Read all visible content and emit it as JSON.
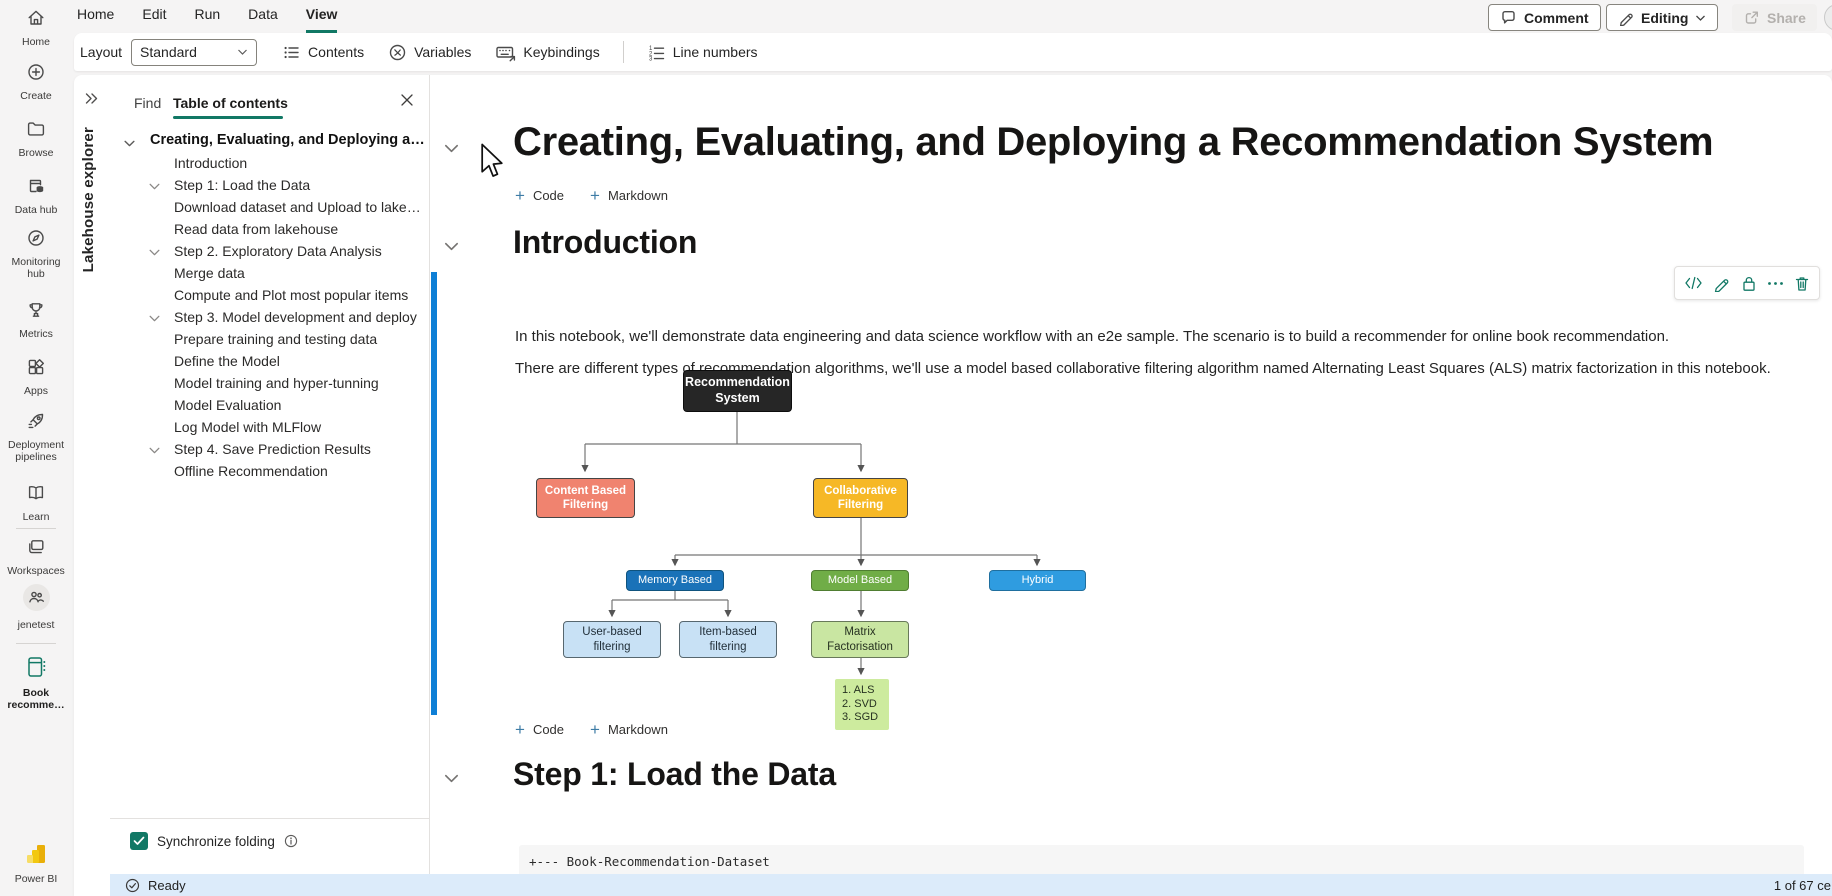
{
  "header": {
    "menu": [
      "Home",
      "Edit",
      "Run",
      "Data",
      "View"
    ],
    "active_menu": "View",
    "comment": "Comment",
    "editing": "Editing",
    "share": "Share"
  },
  "toolbar": {
    "layout_label": "Layout",
    "layout_value": "Standard",
    "contents": "Contents",
    "variables": "Variables",
    "keybindings": "Keybindings",
    "line_numbers": "Line numbers"
  },
  "rail": {
    "items": [
      {
        "label": "Home"
      },
      {
        "label": "Create"
      },
      {
        "label": "Browse"
      },
      {
        "label": "Data hub"
      },
      {
        "label": "Monitoring hub"
      },
      {
        "label": "Metrics"
      },
      {
        "label": "Apps"
      },
      {
        "label": "Deployment pipelines"
      },
      {
        "label": "Learn"
      },
      {
        "label": "Workspaces"
      },
      {
        "label": "jenetest"
      },
      {
        "label": "Book recomme…"
      },
      {
        "label": "Power BI"
      }
    ]
  },
  "explorer": {
    "title": "Lakehouse explorer"
  },
  "toc": {
    "find_tab": "Find",
    "toc_tab": "Table of contents",
    "sync_label": "Synchronize folding",
    "items": [
      {
        "label": "Creating, Evaluating, and Deploying a Recommendation System",
        "level": 0,
        "chevron": true
      },
      {
        "label": "Introduction",
        "level": 1,
        "chevron": false
      },
      {
        "label": "Step 1: Load the Data",
        "level": 1,
        "chevron": true
      },
      {
        "label": "Download dataset and Upload to lakehouse",
        "level": 1,
        "chevron": false
      },
      {
        "label": "Read data from lakehouse",
        "level": 1,
        "chevron": false
      },
      {
        "label": "Step 2. Exploratory Data Analysis",
        "level": 1,
        "chevron": true
      },
      {
        "label": "Merge data",
        "level": 1,
        "chevron": false
      },
      {
        "label": "Compute and Plot most popular items",
        "level": 1,
        "chevron": false
      },
      {
        "label": "Step 3. Model development and deploy",
        "level": 1,
        "chevron": true
      },
      {
        "label": "Prepare training and testing data",
        "level": 1,
        "chevron": false
      },
      {
        "label": "Define the Model",
        "level": 1,
        "chevron": false
      },
      {
        "label": "Model training and hyper-tunning",
        "level": 1,
        "chevron": false
      },
      {
        "label": "Model Evaluation",
        "level": 1,
        "chevron": false
      },
      {
        "label": "Log Model with MLFlow",
        "level": 1,
        "chevron": false
      },
      {
        "label": "Step 4. Save Prediction Results",
        "level": 1,
        "chevron": true
      },
      {
        "label": "Offline Recommendation",
        "level": 1,
        "chevron": false
      }
    ]
  },
  "notebook": {
    "title": "Creating, Evaluating, and Deploying a Recommendation System",
    "add_code": "Code",
    "add_markdown": "Markdown",
    "intro_heading": "Introduction",
    "para1": "In this notebook, we'll demonstrate data engineering and data science workflow with an e2e sample. The scenario is to build a recommender for online book recommendation.",
    "para2": "There are different types of recommendation algorithms, we'll use a model based collaborative filtering algorithm named Alternating Least Squares (ALS) matrix factorization in this notebook.",
    "step1_heading": "Step 1: Load the Data",
    "code_line": "+--- Book-Recommendation-Dataset"
  },
  "diagram": {
    "nodes": {
      "root": {
        "label": "Recommendation System",
        "color": "#262626"
      },
      "content": {
        "label": "Content Based Filtering",
        "color": "#f0836f"
      },
      "collab": {
        "label": "Collaborative Filtering",
        "color": "#f6b826"
      },
      "memory": {
        "label": "Memory Based",
        "color": "#1a72b8"
      },
      "model": {
        "label": "Model Based",
        "color": "#70ad47"
      },
      "hybrid": {
        "label": "Hybrid",
        "color": "#2f9ce0"
      },
      "user": {
        "label": "User-based filtering",
        "color": "#c8e1f5"
      },
      "item": {
        "label": "Item-based filtering",
        "color": "#c8e1f5"
      },
      "matrix": {
        "label": "Matrix Factorisation",
        "color": "#c9e6a2"
      },
      "als": {
        "label": "1. ALS\n2. SVD\n3. SGD",
        "color": "#cdeb9e"
      }
    }
  },
  "status": {
    "ready": "Ready",
    "cells": "1 of 67 ce"
  },
  "colors": {
    "accent_teal": "#117865",
    "scrollbar_blue": "#0e7fd6",
    "status_bg": "#dcebfa"
  }
}
